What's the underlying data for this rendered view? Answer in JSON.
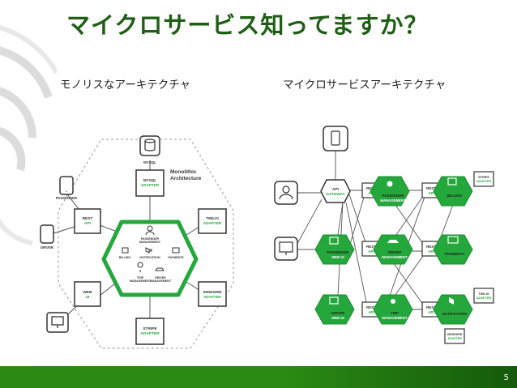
{
  "slide": {
    "title": "マイクロサービス知ってますか？",
    "page_number": "5",
    "left_label": "モノリスなアーキテクチャ",
    "right_label": "マイクロサービスアーキテクチャ"
  },
  "monolith": {
    "mysql": "MYSQL",
    "mysql_adapter": [
      "MYSQL",
      "ADAPTER"
    ],
    "monolithic_label": [
      "Monolithic",
      "Architecture"
    ],
    "passenger": "PASSENGER",
    "driver": "DRIVER",
    "rest_api": [
      "REST",
      "API"
    ],
    "web_ui": [
      "WEB",
      "UI"
    ],
    "twilio_adapter": [
      "TWILIO",
      "ADAPTER"
    ],
    "sendgrid_adapter": [
      "SENDGRID",
      "ADAPTER"
    ],
    "stripe_adapter": [
      "STRIPE",
      "ADAPTER"
    ],
    "passenger_mgmt": [
      "PASSENGER",
      "MANAGEMENT"
    ],
    "billing": "BILLING",
    "notification": "NOTIFICATION",
    "payments": "PAYMENTS",
    "trip_mgmt": [
      "TRIP",
      "MANAGEMENT"
    ],
    "driver_mgmt": [
      "DRIVER",
      "MANAGEMENT"
    ]
  },
  "micro": {
    "api_gateway": [
      "API",
      "GATEWAY"
    ],
    "rest": "REST",
    "api": "API",
    "passenger_mgmt": [
      "PASSENGER",
      "MANAGEMENT"
    ],
    "billing": "BILLING",
    "stripe_adapter": [
      "STRIPE",
      "ADAPTER"
    ],
    "passenger_web_ui": [
      "PASSENGER",
      "WEB UI"
    ],
    "driver_mgmt": [
      "DRIVER",
      "MANAGEMENT"
    ],
    "payments": "PAYMENTS",
    "driver_web_ui": [
      "DRIVER",
      "WEB UI"
    ],
    "trip_mgmt": [
      "TRIP",
      "MANAGEMENT"
    ],
    "notification": "NOTIFICATION",
    "twilio_adapter": [
      "TWILIO",
      "ADAPTER"
    ],
    "sendgrid_adapter": [
      "SENDGRID",
      "ADAPTER"
    ]
  },
  "colors": {
    "title_green": "#1e5e15",
    "brand_green": "#24a83c",
    "footer_green": "#237a10",
    "dark_stroke": "#3a3a3a"
  }
}
